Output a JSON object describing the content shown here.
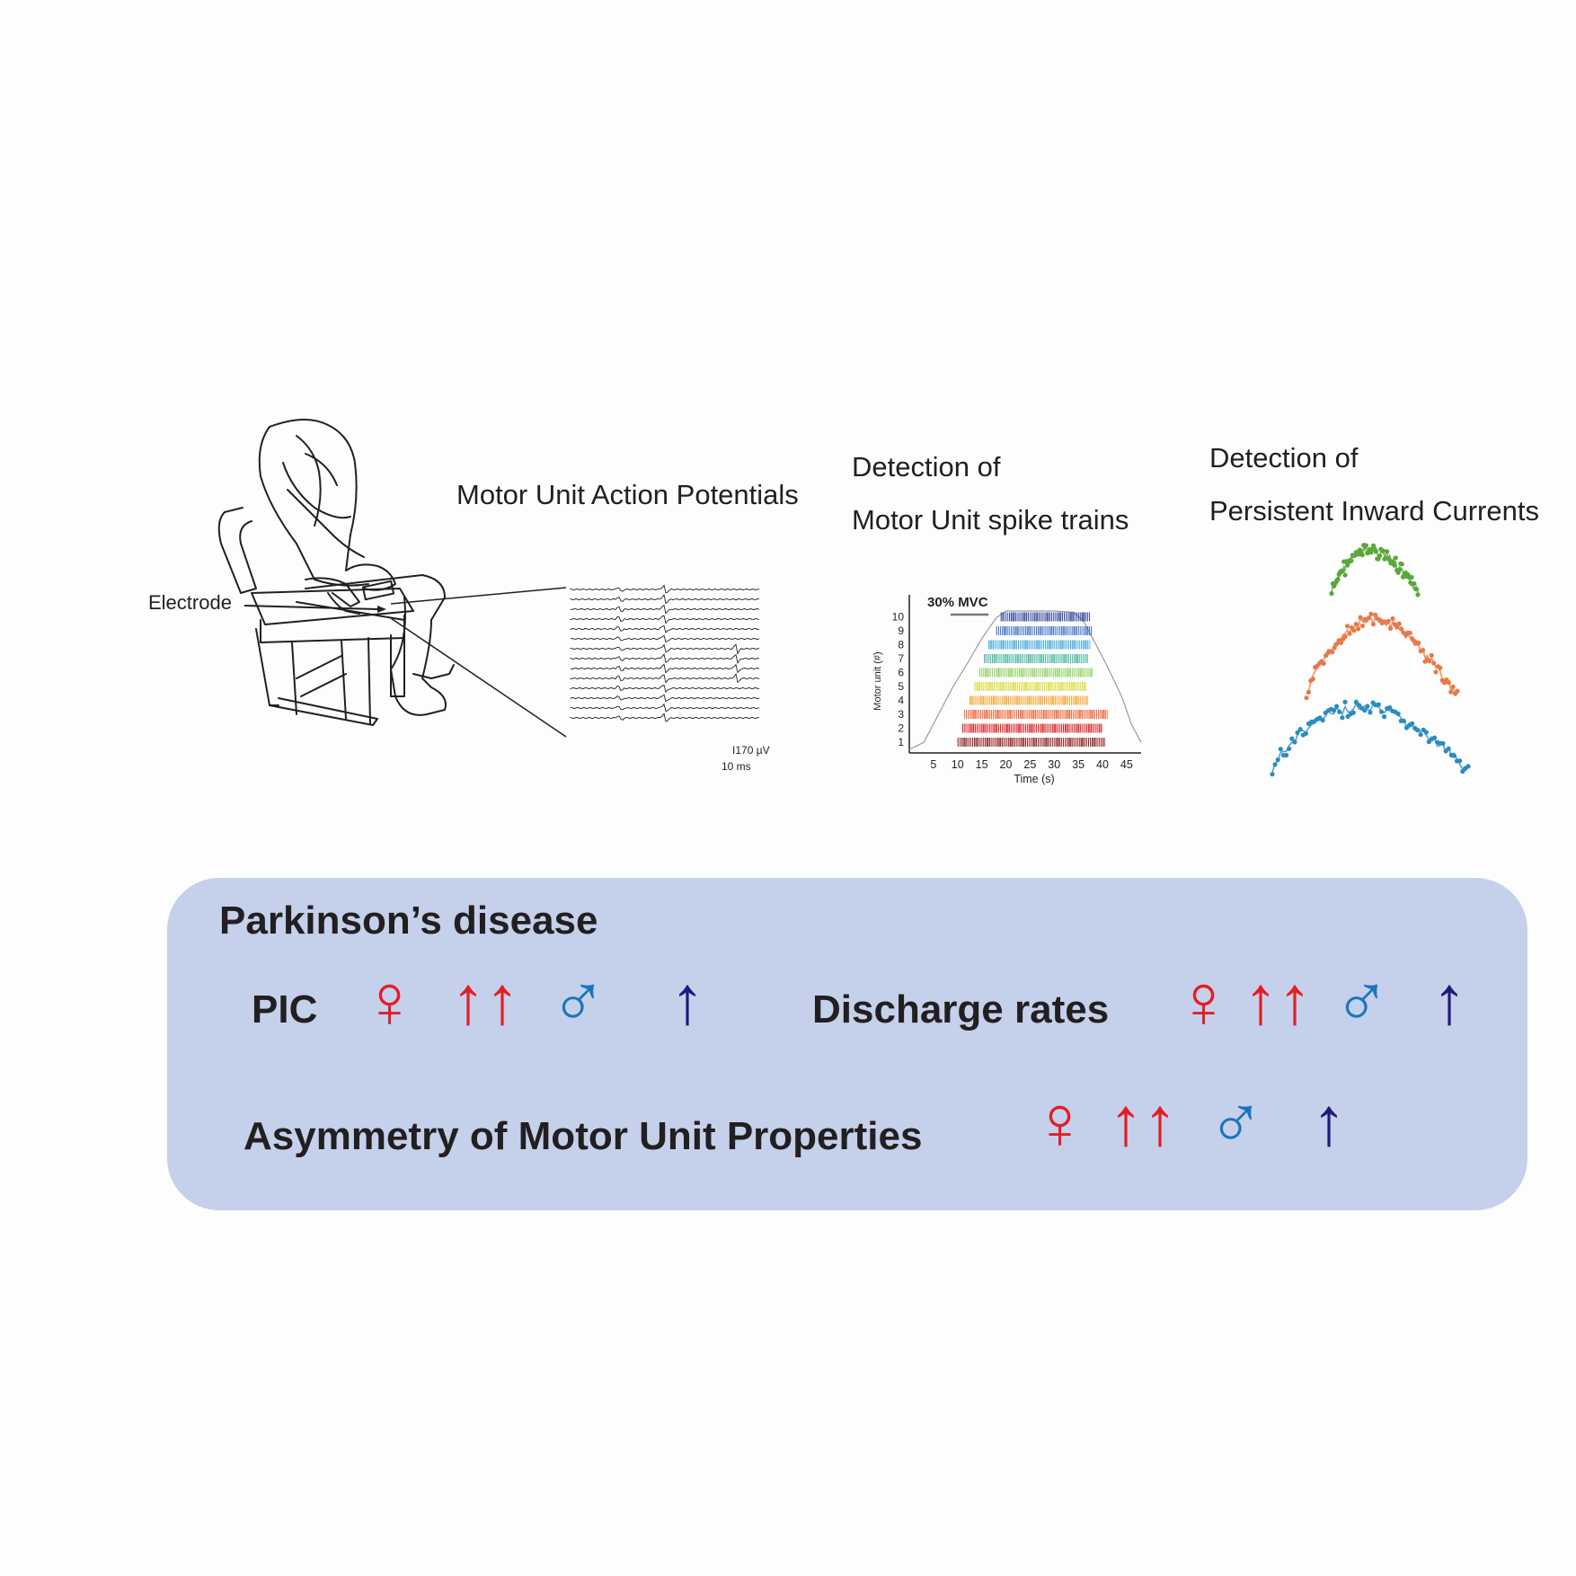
{
  "panels": {
    "setup": {
      "electrode_label": "Electrode"
    },
    "muap": {
      "title": "Motor Unit Action Potentials",
      "scale_amplitude": "170 µV",
      "scale_time": "10 ms"
    },
    "spike_trains": {
      "title_line1": "Detection of",
      "title_line2": "Motor Unit spike trains"
    },
    "pic": {
      "title_line1": "Detection of",
      "title_line2": "Persistent Inward Currents"
    }
  },
  "chart_data": {
    "type": "raster",
    "annotation": "30% MVC",
    "xlabel": "Time (s)",
    "ylabel": "Motor unit (#)",
    "x_ticks": [
      5,
      10,
      15,
      20,
      25,
      30,
      35,
      40,
      45
    ],
    "y_ticks": [
      1,
      2,
      3,
      4,
      5,
      6,
      7,
      8,
      9,
      10
    ],
    "xlim": [
      0,
      48
    ],
    "units": [
      {
        "unit": 1,
        "start": 10.0,
        "end": 40.5,
        "color": "#8b1a1a"
      },
      {
        "unit": 2,
        "start": 11.0,
        "end": 40.0,
        "color": "#d7191c"
      },
      {
        "unit": 3,
        "start": 11.5,
        "end": 41.0,
        "color": "#ec5b2b"
      },
      {
        "unit": 4,
        "start": 12.5,
        "end": 37.0,
        "color": "#f4a32a"
      },
      {
        "unit": 5,
        "start": 13.5,
        "end": 36.5,
        "color": "#d9d93a"
      },
      {
        "unit": 6,
        "start": 14.5,
        "end": 38.0,
        "color": "#8ed05a"
      },
      {
        "unit": 7,
        "start": 15.5,
        "end": 37.0,
        "color": "#3fb59a"
      },
      {
        "unit": 8,
        "start": 16.5,
        "end": 37.5,
        "color": "#3ba6d8"
      },
      {
        "unit": 9,
        "start": 18.0,
        "end": 38.0,
        "color": "#3b6fc4"
      },
      {
        "unit": 10,
        "start": 19.0,
        "end": 37.5,
        "color": "#2a3f9a"
      }
    ],
    "force_trace": {
      "x": [
        0,
        3,
        6,
        9,
        12,
        15,
        18,
        20,
        25,
        30,
        34,
        36,
        38,
        41,
        44,
        46,
        48
      ],
      "y": [
        0,
        0.05,
        0.25,
        0.45,
        0.62,
        0.8,
        0.95,
        1.0,
        1.0,
        1.0,
        0.99,
        0.93,
        0.8,
        0.6,
        0.38,
        0.18,
        0.05
      ]
    }
  },
  "summary": {
    "title": "Parkinson’s disease",
    "rows": [
      {
        "label": "PIC",
        "female_arrows": "↑↑",
        "male_arrows": "↑"
      },
      {
        "label": "Discharge rates",
        "female_arrows": "↑↑",
        "male_arrows": "↑"
      },
      {
        "label": "Asymmetry of Motor Unit Properties",
        "female_arrows": "↑↑",
        "male_arrows": "↑"
      }
    ],
    "female_symbol": "♀",
    "male_symbol": "♂",
    "colors": {
      "female": "#e31e24",
      "male": "#1b75bc",
      "male_arrow": "#1f1a7a"
    }
  }
}
